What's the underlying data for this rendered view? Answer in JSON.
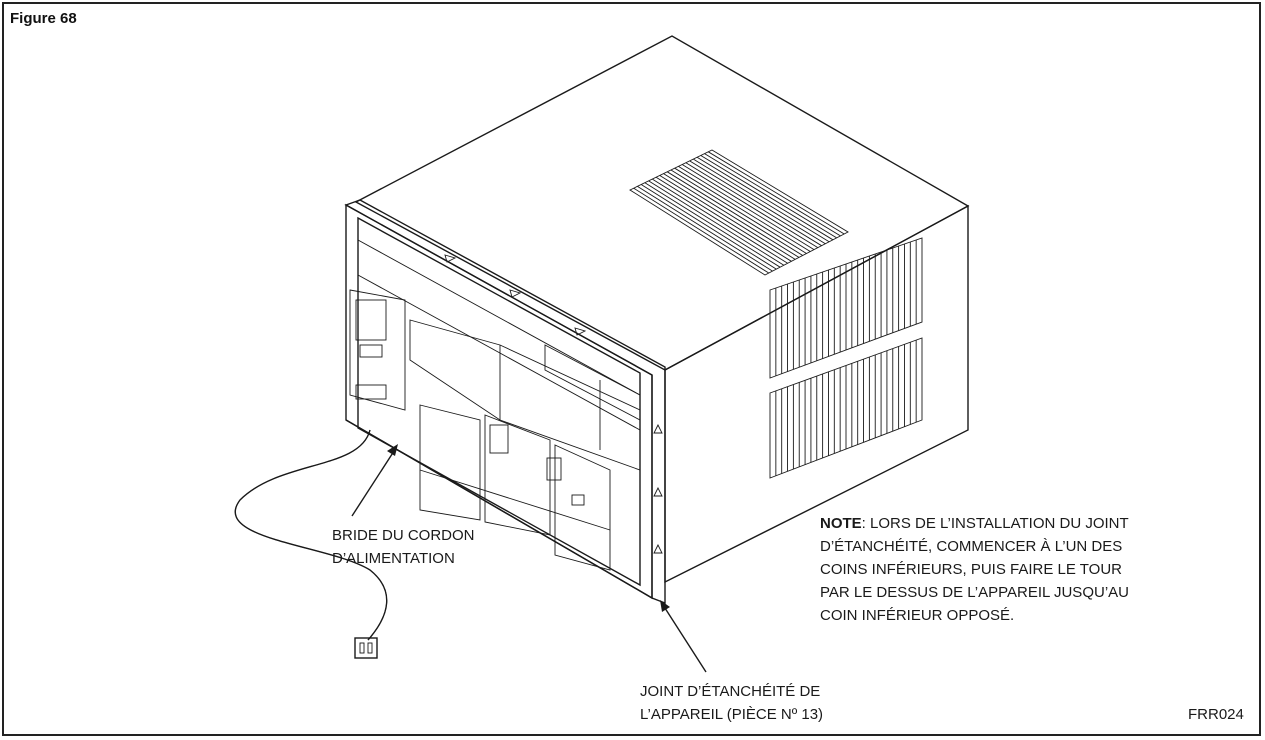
{
  "figure_title": "Figure 68",
  "labels": {
    "cord_clamp_line1": "BRIDE DU CORDON",
    "cord_clamp_line2": "D’ALIMENTATION",
    "gasket_line1": "JOINT D’ÉTANCHÉITÉ DE",
    "gasket_line2": "L’APPAREIL (PIÈCE Nº 13)"
  },
  "note": {
    "prefix": "NOTE",
    "line1": ": LORS DE L’INSTALLATION DU JOINT",
    "line2": "D’ÉTANCHÉITÉ, COMMENCER À L’UN DES",
    "line3": "COINS INFÉRIEURS, PUIS FAIRE LE TOUR",
    "line4": "PAR LE DESSUS DE L’APPAREIL JUSQU’AU",
    "line5": "COIN INFÉRIEUR OPPOSÉ."
  },
  "code": "FRR024"
}
